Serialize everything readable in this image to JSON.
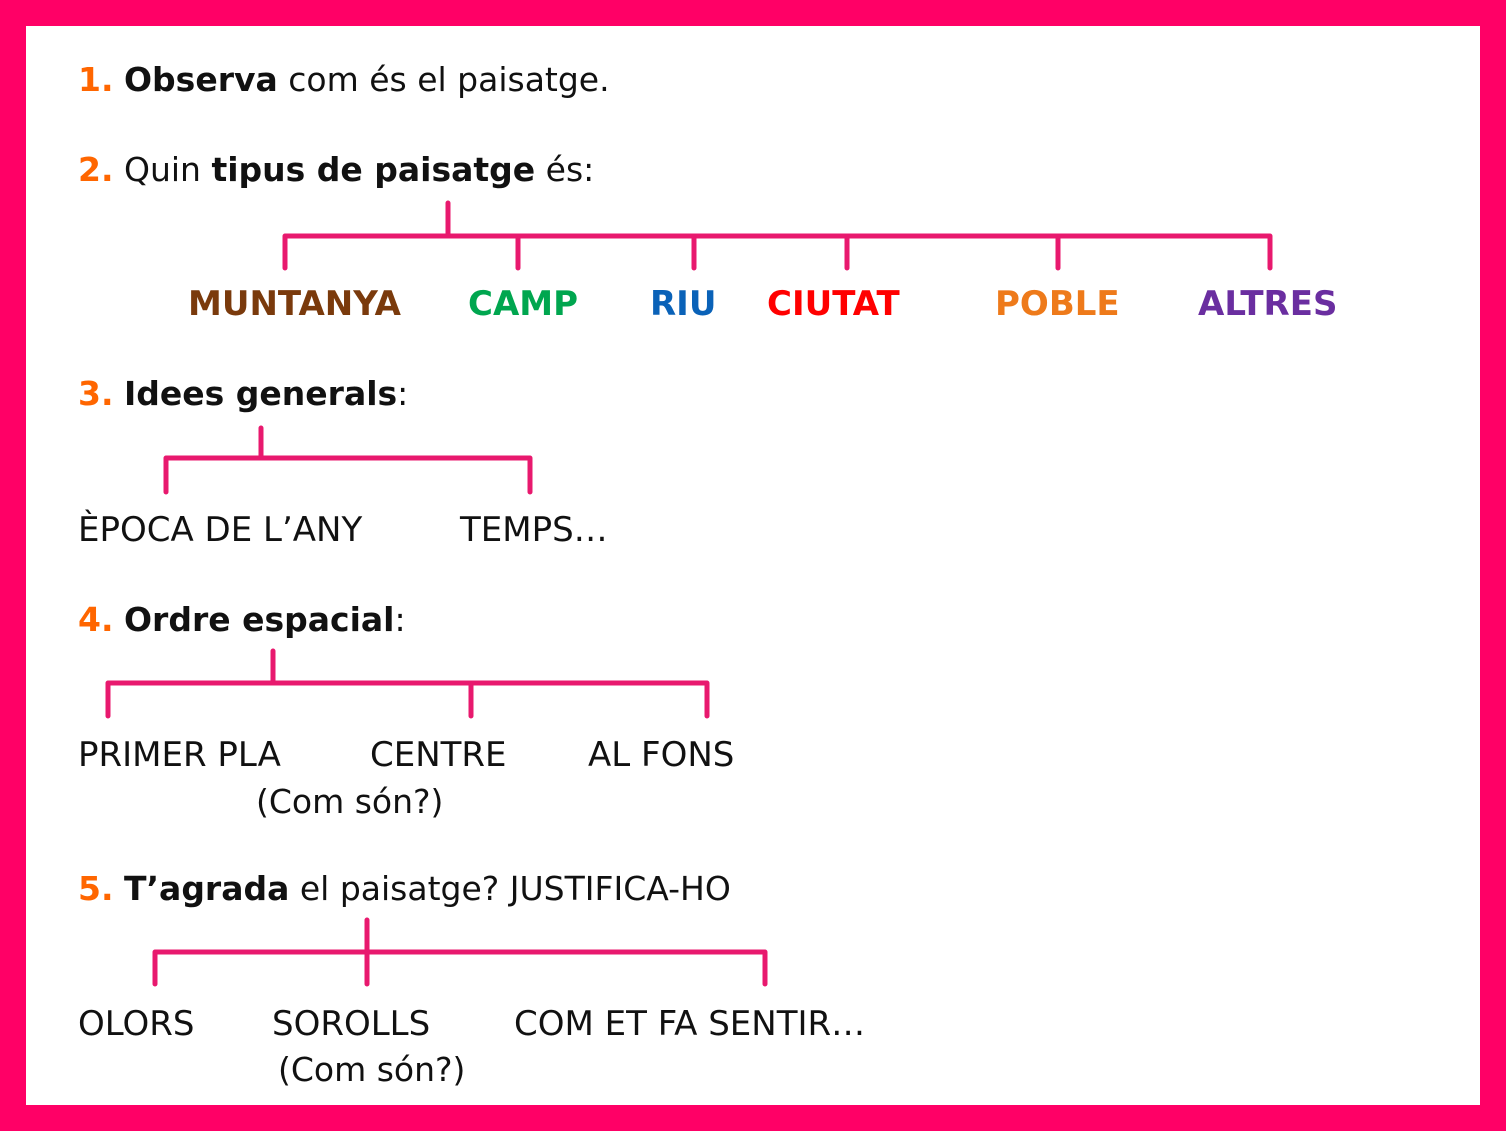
{
  "colors": {
    "border": "#ff0066",
    "number": "#ff6600",
    "connector": "#e8196e",
    "muntanya": "#7a3a0c",
    "camp": "#00a64f",
    "riu": "#0a62b8",
    "ciutat": "#ff0000",
    "poble": "#ee7a1a",
    "altres": "#6a2ea0"
  },
  "q1": {
    "num": "1.",
    "strong": "Observa",
    "rest": " com és el paisatge."
  },
  "q2": {
    "num": "2.",
    "pre": "Quin ",
    "strong": "tipus de paisatge",
    "rest": " és:",
    "categories": [
      "MUNTANYA",
      "CAMP",
      "RIU",
      "CIUTAT",
      "POBLE",
      "ALTRES"
    ]
  },
  "q3": {
    "num": "3.",
    "strong": "Idees generals",
    "rest": ":",
    "items": [
      "ÈPOCA DE L’ANY",
      "TEMPS…"
    ]
  },
  "q4": {
    "num": "4.",
    "strong": "Ordre espacial",
    "rest": ":",
    "items": [
      "PRIMER PLA",
      "CENTRE",
      "AL FONS"
    ],
    "note": "(Com són?)"
  },
  "q5": {
    "num": "5.",
    "strong": "T’agrada",
    "rest": " el paisatge? JUSTIFICA-HO",
    "items": [
      "OLORS",
      "SOROLLS",
      "COM ET FA SENTIR…"
    ],
    "note": "(Com són?)"
  }
}
